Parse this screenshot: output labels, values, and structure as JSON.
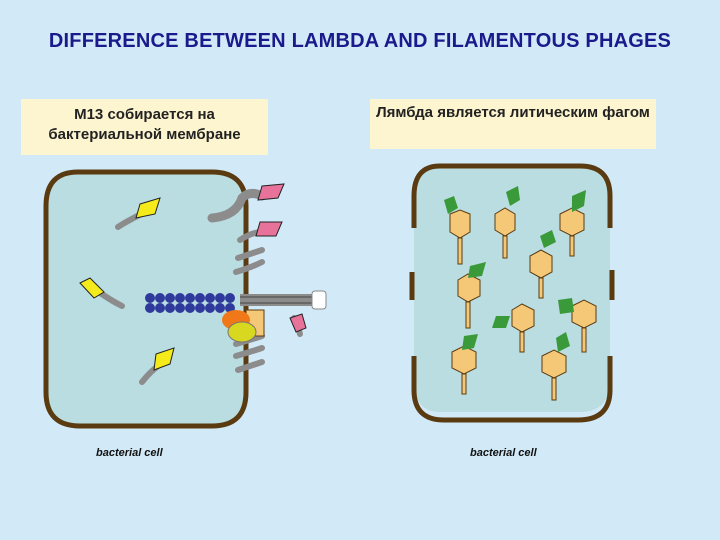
{
  "title": "DIFFERENCE BETWEEN LAMBDA AND FILAMENTOUS PHAGES",
  "left_panel": {
    "caption": "M13 собирается на бактериальной мембране",
    "cell_label": "bacterial cell"
  },
  "right_panel": {
    "caption": "Лямбда является литическим фагом",
    "cell_label": "bacterial cell"
  },
  "colors": {
    "background": "#d2eaf8",
    "title": "#1a1a8c",
    "caption_bg": "#fdf5cf",
    "cell_fill": "#b9dde0",
    "cell_wall": "#5a3a10",
    "m13_filament": "#8c8c8c",
    "m13_coat_yellow": "#f5ea1a",
    "m13_coat_pink": "#e8739a",
    "dna_beads": "#2f3a9c",
    "lambda_head": "#f5c878",
    "lambda_fragment": "#3a9a3a"
  }
}
